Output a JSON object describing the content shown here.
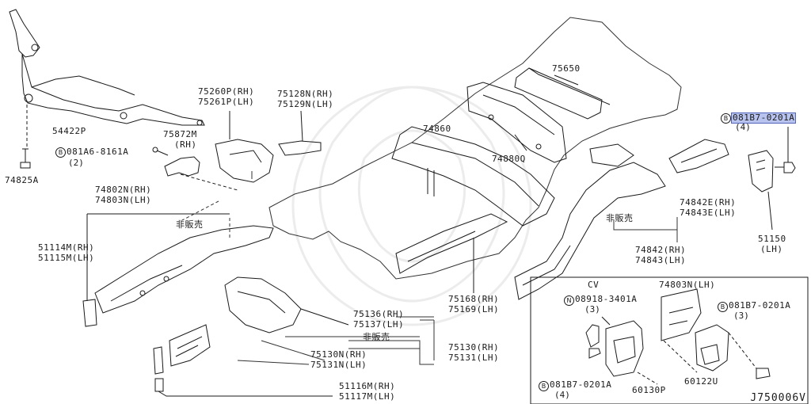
{
  "diagram_ref": "J750006V",
  "not_sold": "非販売",
  "bolt_marker": "B",
  "nut_marker": "N",
  "detail_box_title": "CV",
  "parts": {
    "p54422P": "54422P",
    "p74825A": "74825A",
    "p081A6": "081A6-8161A",
    "p081A6_qty": "(2)",
    "p75872M": "75872M",
    "p75872M_side": "(RH)",
    "p75260P": "75260P(RH)",
    "p75261P": "75261P(LH)",
    "p75128N": "75128N(RH)",
    "p75129N": "75129N(LH)",
    "p75650": "75650",
    "p74860": "74860",
    "p74880Q": "74880Q",
    "p081B7_top": "081B7-0201A",
    "p081B7_top_qty": "(4)",
    "p74802N": "74802N(RH)",
    "p74803N": "74803N(LH)",
    "p51114M": "51114M(RH)",
    "p51115M": "51115M(LH)",
    "p74842E": "74842E(RH)",
    "p74843E": "74843E(LH)",
    "p74842": "74842(RH)",
    "p74843": "74843(LH)",
    "p51150": "51150",
    "p51150_side": "(LH)",
    "p75168": "75168(RH)",
    "p75169": "75169(LH)",
    "p75136": "75136(RH)",
    "p75137": "75137(LH)",
    "p75130": "75130(RH)",
    "p75131": "75131(LH)",
    "p75130N": "75130N(RH)",
    "p75131N": "75131N(LH)",
    "p51116M": "51116M(RH)",
    "p51117M": "51117M(LH)",
    "cv_74803N": "74803N(LH)",
    "cv_08918": "08918-3401A",
    "cv_08918_qty": "(3)",
    "cv_081B7_right": "081B7-0201A",
    "cv_081B7_right_qty": "(3)",
    "cv_081B7_left": "081B7-0201A",
    "cv_081B7_left_qty": "(4)",
    "cv_60130P": "60130P",
    "cv_60122U": "60122U"
  }
}
